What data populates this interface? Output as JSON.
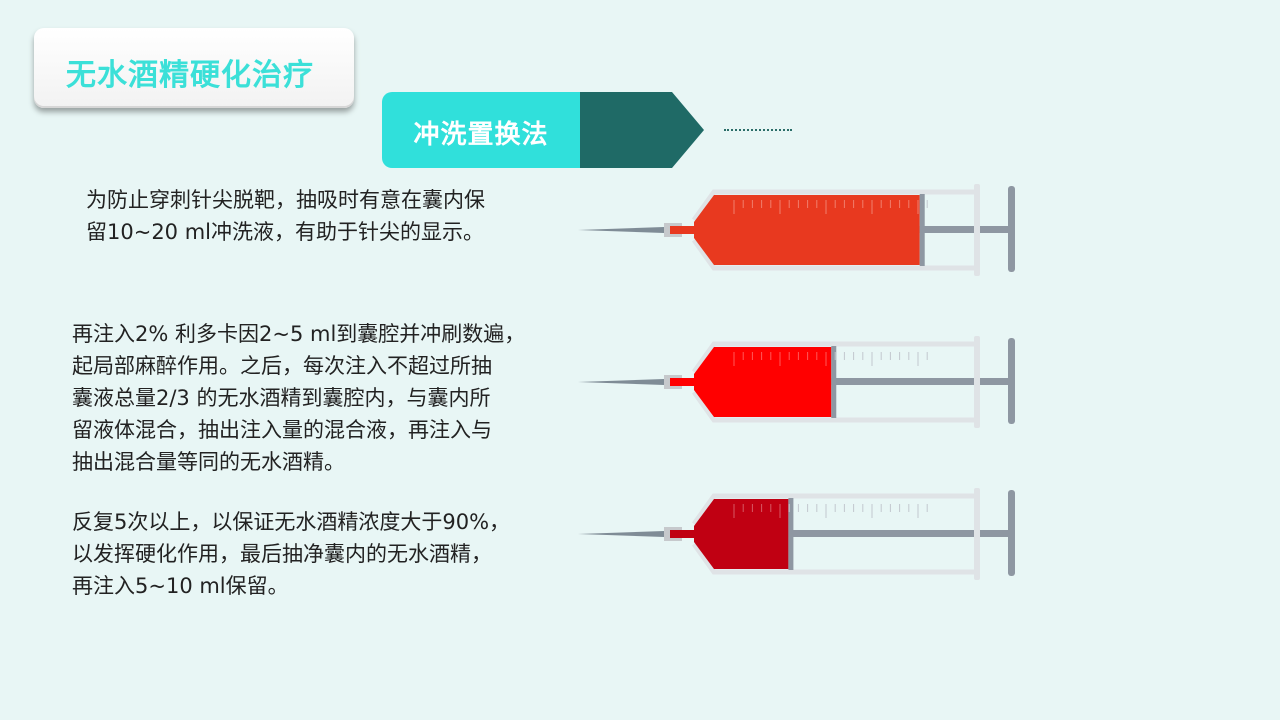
{
  "title": "无水酒精硬化治疗",
  "section": {
    "label": "冲洗置换法"
  },
  "colors": {
    "accent": "#30e0db",
    "dark_tab": "#1f6a66",
    "syringe_fluid_1": "#e8391f",
    "syringe_fluid_2": "#ff0000",
    "syringe_fluid_3": "#c00012"
  },
  "paragraphs": [
    {
      "lines": [
        "为防止穿刺针尖脱靶，抽吸时有意在囊内保",
        "留10~20 ml冲洗液，有助于针尖的显示。"
      ]
    },
    {
      "lines": [
        "再注入2% 利多卡因2~5 ml到囊腔并冲刷数遍，",
        "起局部麻醉作用。之后，每次注入不超过所抽",
        "囊液总量2/3 的无水酒精到囊腔内，与囊内所",
        "留液体混合，抽出注入量的混合液，再注入与",
        "抽出混合量等同的无水酒精。"
      ]
    },
    {
      "lines": [
        "反复5次以上，以保证无水酒精浓度大于90%，",
        "以发挥硬化作用，最后抽净囊内的无水酒精，",
        "再注入5~10 ml保留。"
      ]
    }
  ],
  "syringes": [
    {
      "fill_fraction": 0.79,
      "color": "#e8391f",
      "icon": "syringe-icon"
    },
    {
      "fill_fraction": 0.46,
      "color": "#ff0000",
      "icon": "syringe-icon"
    },
    {
      "fill_fraction": 0.3,
      "color": "#c00012",
      "icon": "syringe-icon"
    }
  ]
}
